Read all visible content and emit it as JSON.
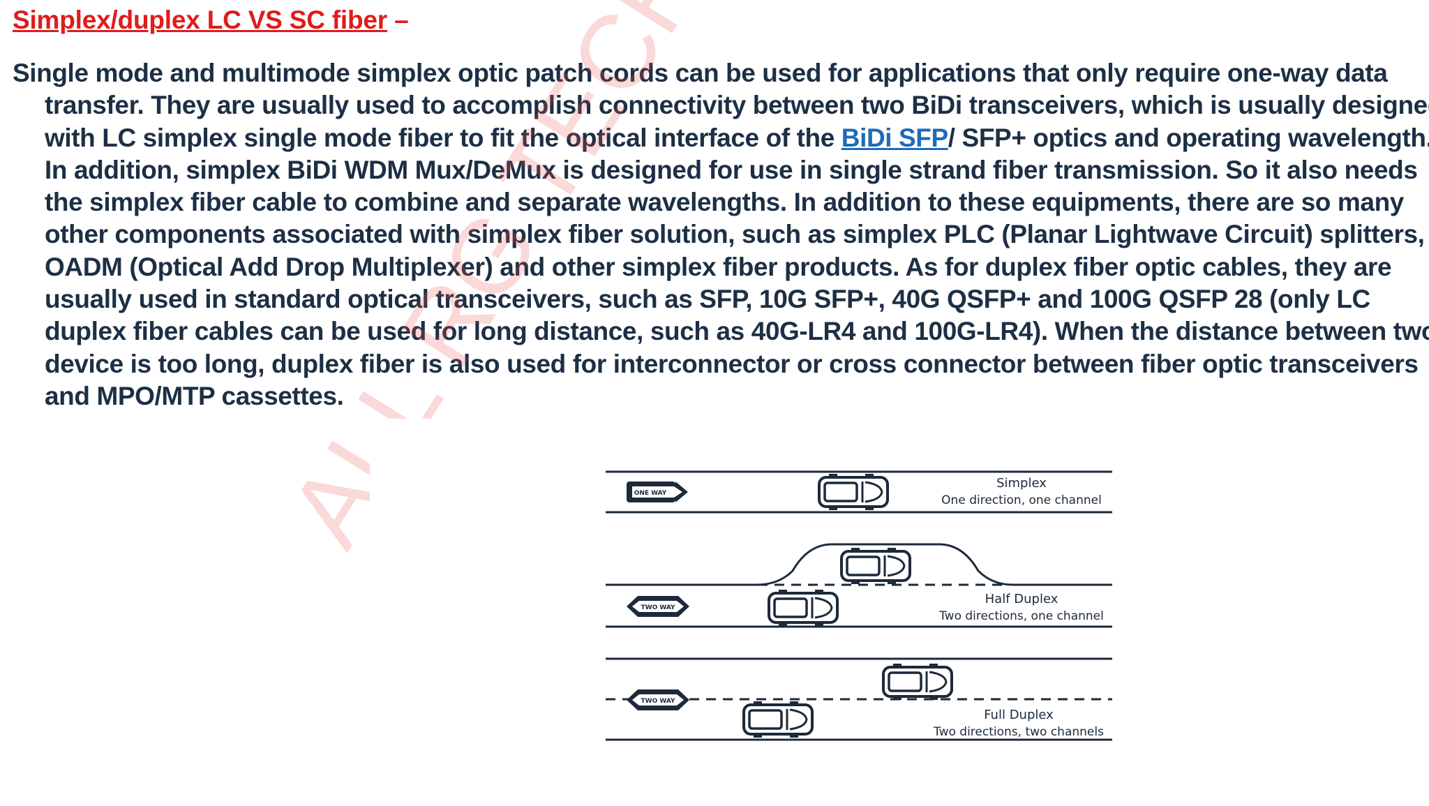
{
  "slide": {
    "heading": {
      "title": "Simplex/duplex LC VS SC fiber",
      "dash": " –"
    },
    "paragraph": {
      "before_link": "Single mode and multimode simplex optic patch cords can be used for applications that only require one-way data transfer. They are usually used to accomplish connectivity between two BiDi transceivers, which is usually designed with LC simplex single mode fiber to fit the optical interface of the ",
      "link_text": "BiDi SFP",
      "after_link": "/ SFP+ optics and operating wavelength. In addition, simplex BiDi WDM Mux/DeMux is designed for use in single strand fiber transmission. So it also needs the simplex fiber cable to combine and separate wavelengths. In addition to these equipments, there are so many other components associated with simplex fiber solution, such as simplex PLC (Planar Lightwave Circuit) splitters, OADM (Optical Add Drop Multiplexer) and other simplex fiber products. As for duplex fiber optic cables, they are usually used in standard optical transceivers, such as SFP, 10G SFP+, 40G QSFP+ and 100G QSFP 28 (only LC duplex fiber cables can be used for long distance, such as 40G-LR4 and 100G-LR4). When the distance between two device is too long, duplex fiber is also used for interconnector or cross connector between fiber optic transceivers and MPO/MTP cassettes."
    },
    "watermark": "ALL RG TECH BULK",
    "colors": {
      "heading": "#e01b1b",
      "body_text": "#1d2f45",
      "link": "#1f6bb8",
      "diagram_ink": "#1c2a3a",
      "watermark": "#eb5050"
    }
  },
  "diagram": {
    "rows": [
      {
        "sign": "ONE WAY",
        "title": "Simplex",
        "subtitle": "One direction, one channel"
      },
      {
        "sign": "TWO WAY",
        "title": "Half Duplex",
        "subtitle": "Two directions, one channel"
      },
      {
        "sign": "TWO WAY",
        "title": "Full Duplex",
        "subtitle": "Two directions, two channels"
      }
    ]
  }
}
